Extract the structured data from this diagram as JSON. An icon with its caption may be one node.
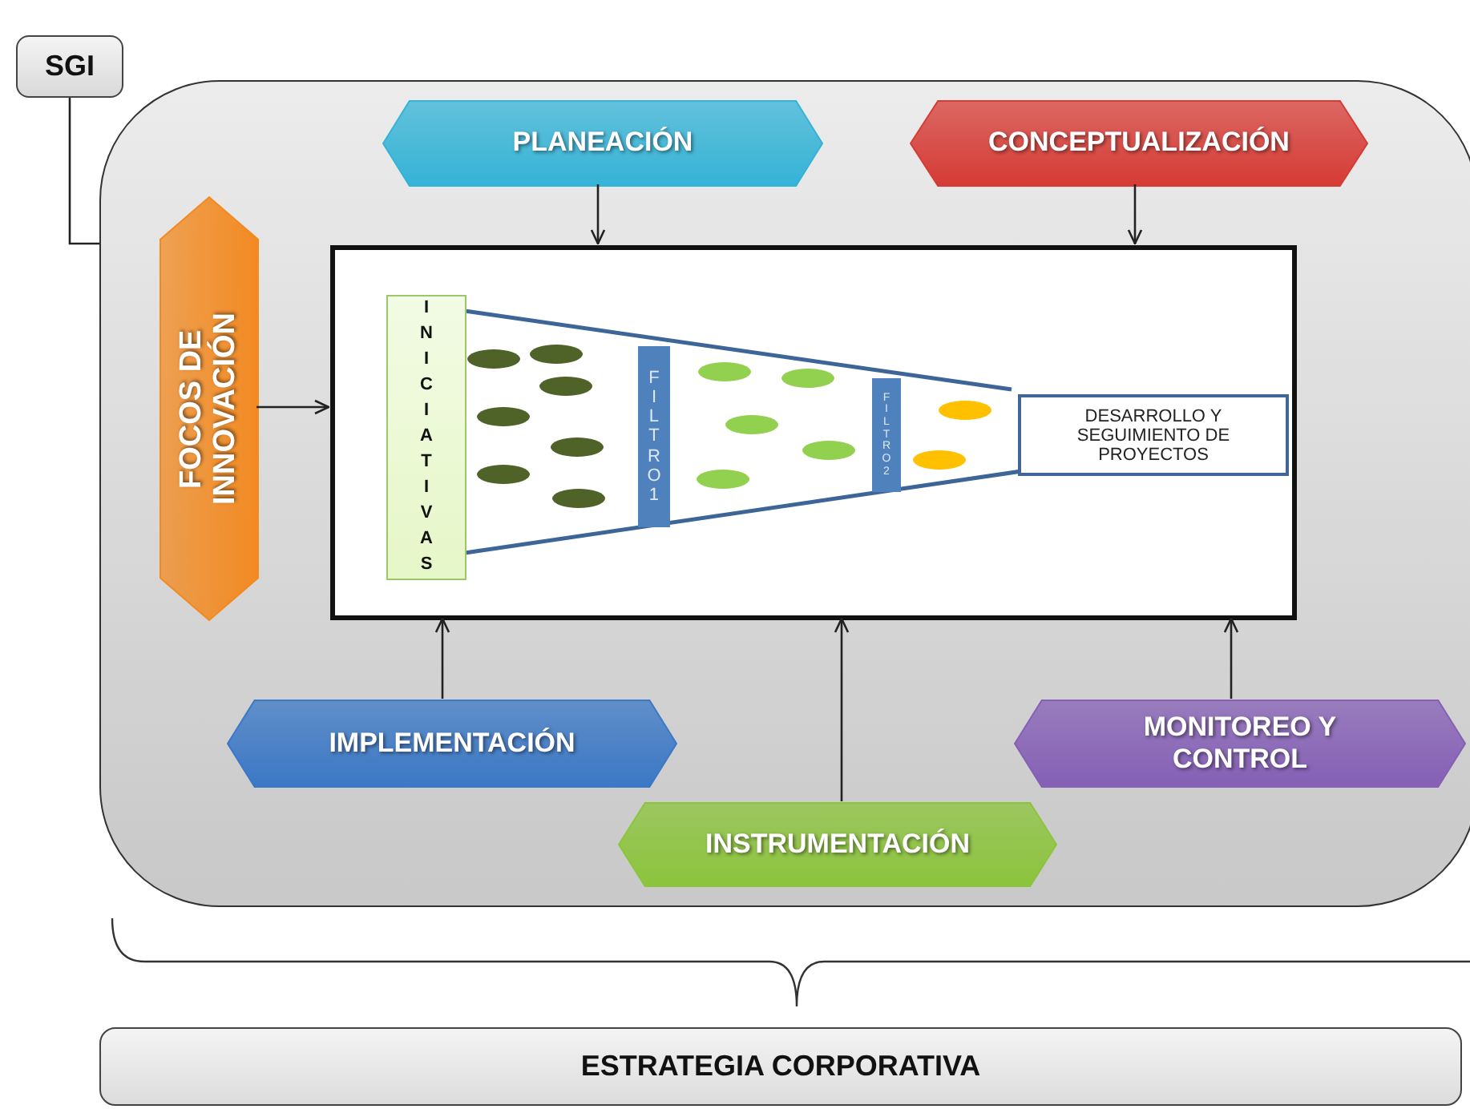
{
  "diagram": {
    "nodes": [
      {
        "text": [
          "SGI"
        ]
      },
      {
        "text": [],
        "shape": "box"
      },
      {
        "text": [
          "PLANEACIÓN"
        ],
        "in": 1
      },
      {
        "text": [
          "CONCEPTUALIZACIÓN"
        ],
        "in": 1
      },
      {
        "text": [
          "FOCOS DE INNOVACIÓN"
        ],
        "in": 1
      },
      {
        "text": [],
        "shape": "box",
        "in": 1
      },
      {
        "text": [
          "INICIATIVAS"
        ],
        "in": 5
      },
      {
        "text": [
          "FILTRO 1"
        ],
        "in": 5
      },
      {
        "text": [
          "FILTRO 2"
        ],
        "in": 5
      },
      {
        "text": [
          "DESARROLLO Y SEGUIMIENTO DE PROYECTOS"
        ],
        "in": 5
      },
      {
        "text": [
          "IMPLEMENTACIÓN"
        ],
        "in": 1
      },
      {
        "text": [
          "INSTRUMENTACIÓN"
        ],
        "in": 1
      },
      {
        "text": [
          "MONITOREO Y CONTROL"
        ],
        "in": 1
      },
      {
        "text": [
          "ESTRATEGIA CORPORATIVA"
        ]
      }
    ],
    "edges": [
      {
        "from": 0,
        "to": 1,
        "arrow": "none"
      },
      {
        "from": 2,
        "to": 5,
        "arrow": "to"
      },
      {
        "from": 3,
        "to": 5,
        "arrow": "to"
      },
      {
        "from": 4,
        "to": 5,
        "arrow": "to"
      },
      {
        "from": 10,
        "to": 5,
        "arrow": "to"
      },
      {
        "from": 11,
        "to": 5,
        "arrow": "to"
      },
      {
        "from": 12,
        "to": 5,
        "arrow": "to"
      }
    ]
  }
}
